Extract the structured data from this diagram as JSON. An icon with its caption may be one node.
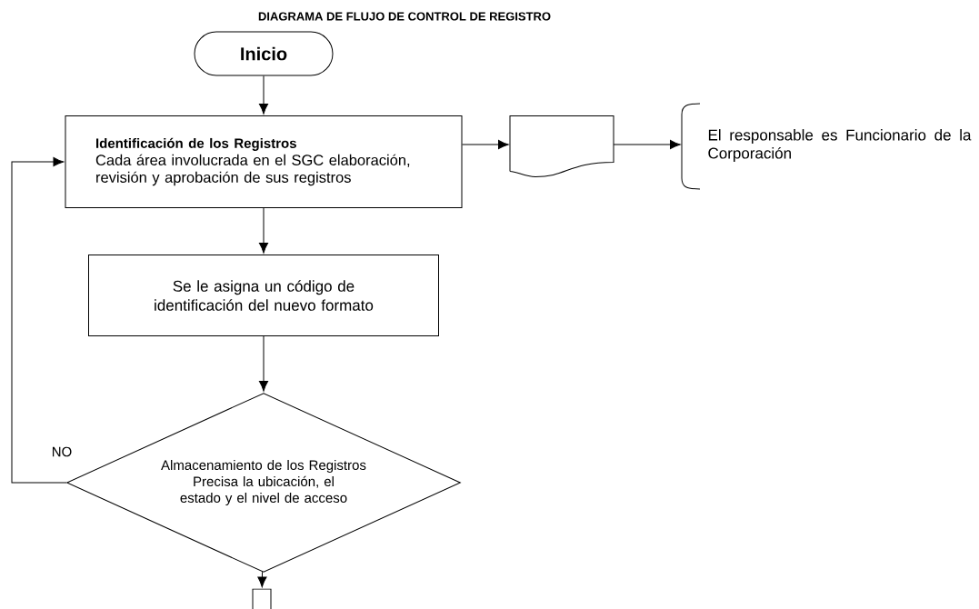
{
  "diagram": {
    "title": "DIAGRAMA DE FLUJO DE CONTROL DE REGISTRO",
    "nodes": [
      {
        "text": [
          "Inicio"
        ]
      },
      {
        "text": [
          "Identificación de los Registros",
          "Cada área involucrada en el SGC elaboración, revisión y aprobación de sus registros"
        ]
      },
      {
        "text": [],
        "shape": "document"
      },
      {
        "text": [
          "El responsable es Funcionario de la Corporación"
        ]
      },
      {
        "text": [
          "Se le asigna un código de identificación del nuevo formato"
        ]
      },
      {
        "text": [
          "Almacenamiento de los Registros",
          "Precisa la ubicación, el estado y el nivel de acceso"
        ]
      },
      {
        "text": [],
        "shape": "box"
      }
    ],
    "edges": [
      {
        "from": 0,
        "to": 1,
        "arrow": "to"
      },
      {
        "from": 1,
        "to": 2,
        "arrow": "to"
      },
      {
        "from": 2,
        "to": 3,
        "arrow": "to"
      },
      {
        "from": 1,
        "to": 4,
        "arrow": "to"
      },
      {
        "from": 4,
        "to": 5,
        "arrow": "to"
      },
      {
        "from": 5,
        "to": 1,
        "label": "NO",
        "arrow": "to"
      },
      {
        "from": 5,
        "to": 6,
        "arrow": "to"
      }
    ]
  }
}
